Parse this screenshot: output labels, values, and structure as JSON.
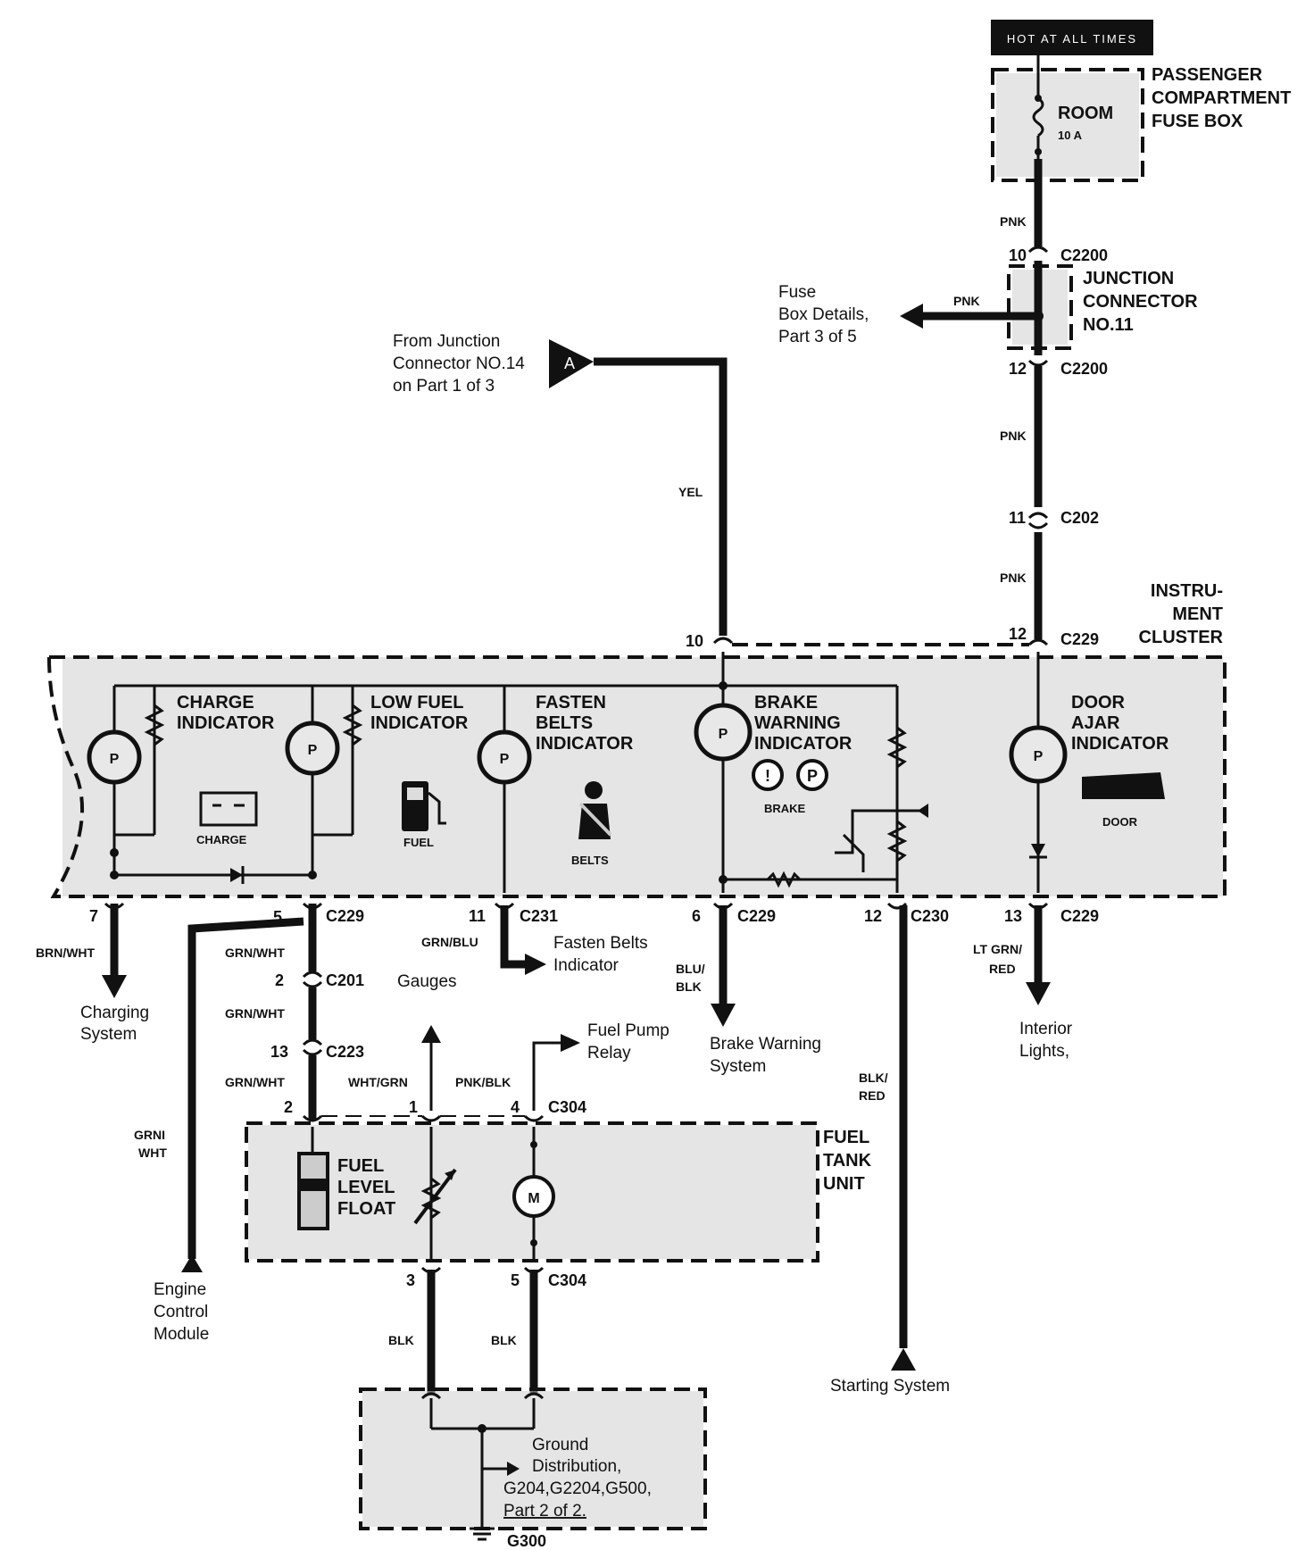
{
  "hot_bar": "HOT AT ALL TIMES",
  "fuse_box": {
    "title_lines": [
      "PASSENGER",
      "COMPARTMENT",
      "FUSE BOX"
    ],
    "fuse_name": "ROOM",
    "fuse_rating": "10 A"
  },
  "junction": {
    "title_lines": [
      "JUNCTION",
      "CONNECTOR",
      "NO.11"
    ]
  },
  "fuse_details_lines": [
    "Fuse",
    "Box Details,",
    "Part 3 of 5"
  ],
  "from_junction_lines": [
    "From Junction",
    "Connector  NO.14",
    "on  Part 1 of 3"
  ],
  "connector_a": "A",
  "cluster_title_lines": [
    "INSTRU-",
    "MENT",
    "CLUSTER"
  ],
  "indicators": {
    "charge": [
      "CHARGE",
      "INDICATOR"
    ],
    "low_fuel": [
      "LOW FUEL",
      "INDICATOR"
    ],
    "fasten_belts": [
      "FASTEN",
      "BELTS",
      "INDICATOR"
    ],
    "brake_warning": [
      "BRAKE",
      "WARNING",
      "INDICATOR"
    ],
    "door_ajar": [
      "DOOR",
      "AJAR",
      "INDICATOR"
    ]
  },
  "icon_labels": {
    "charge": "CHARGE",
    "fuel": "FUEL",
    "belts": "BELTS",
    "brake": "BRAKE",
    "door": "DOOR",
    "brake_i": "!",
    "brake_p": "P"
  },
  "wire_colors": {
    "pnk": "PNK",
    "yel": "YEL",
    "brn_wht": "BRN/WHT",
    "grn_wht": "GRN/WHT",
    "grni_wht_lines": [
      "GRNI",
      "WHT"
    ],
    "grn_blu": "GRN/BLU",
    "blu_blk_lines": [
      "BLU/",
      "BLK"
    ],
    "blk_red_lines": [
      "BLK/",
      "RED"
    ],
    "lt_grn_red_lines": [
      "LT GRN/",
      "RED"
    ],
    "wht_grn": "WHT/GRN",
    "pnk_blk": "PNK/BLK",
    "blk": "BLK"
  },
  "connectors": {
    "c2200": "C2200",
    "c202": "C202",
    "c229": "C229",
    "c231": "C231",
    "c230": "C230",
    "c201": "C201",
    "c223": "C223",
    "c304": "C304"
  },
  "pins": {
    "p10_top": "10",
    "p12_top": "12",
    "p11": "11",
    "p12_c229": "12",
    "p10_yel": "10",
    "p7": "7",
    "p5": "5",
    "p11_c231": "11",
    "p6": "6",
    "p12_c230": "12",
    "p13": "13",
    "p2_c201": "2",
    "p13_c223": "13",
    "p2_c304": "2",
    "p1": "1",
    "p4": "4",
    "p3": "3",
    "p5_c304": "5"
  },
  "destinations": {
    "charging_lines": [
      "Charging",
      "System"
    ],
    "gauges": "Gauges",
    "fasten_lines": [
      "Fasten Belts",
      "Indicator"
    ],
    "fuel_pump_lines": [
      "Fuel Pump",
      "Relay"
    ],
    "brake_system_lines": [
      "Brake Warning",
      "System"
    ],
    "interior_lines": [
      "Interior",
      "Lights,"
    ],
    "ecm_lines": [
      "Engine",
      "Control",
      "Module"
    ],
    "starting": "Starting System",
    "ground_lines": [
      "Ground",
      "Distribution,",
      "G204,G2204,G500,",
      "Part 2 of 2."
    ],
    "g300": "G300"
  },
  "fuel_tank": {
    "title_lines": [
      "FUEL",
      "TANK",
      "UNIT"
    ],
    "float_lines": [
      "FUEL",
      "LEVEL",
      "FLOAT"
    ],
    "motor": "M"
  },
  "bulb_mark": "P"
}
